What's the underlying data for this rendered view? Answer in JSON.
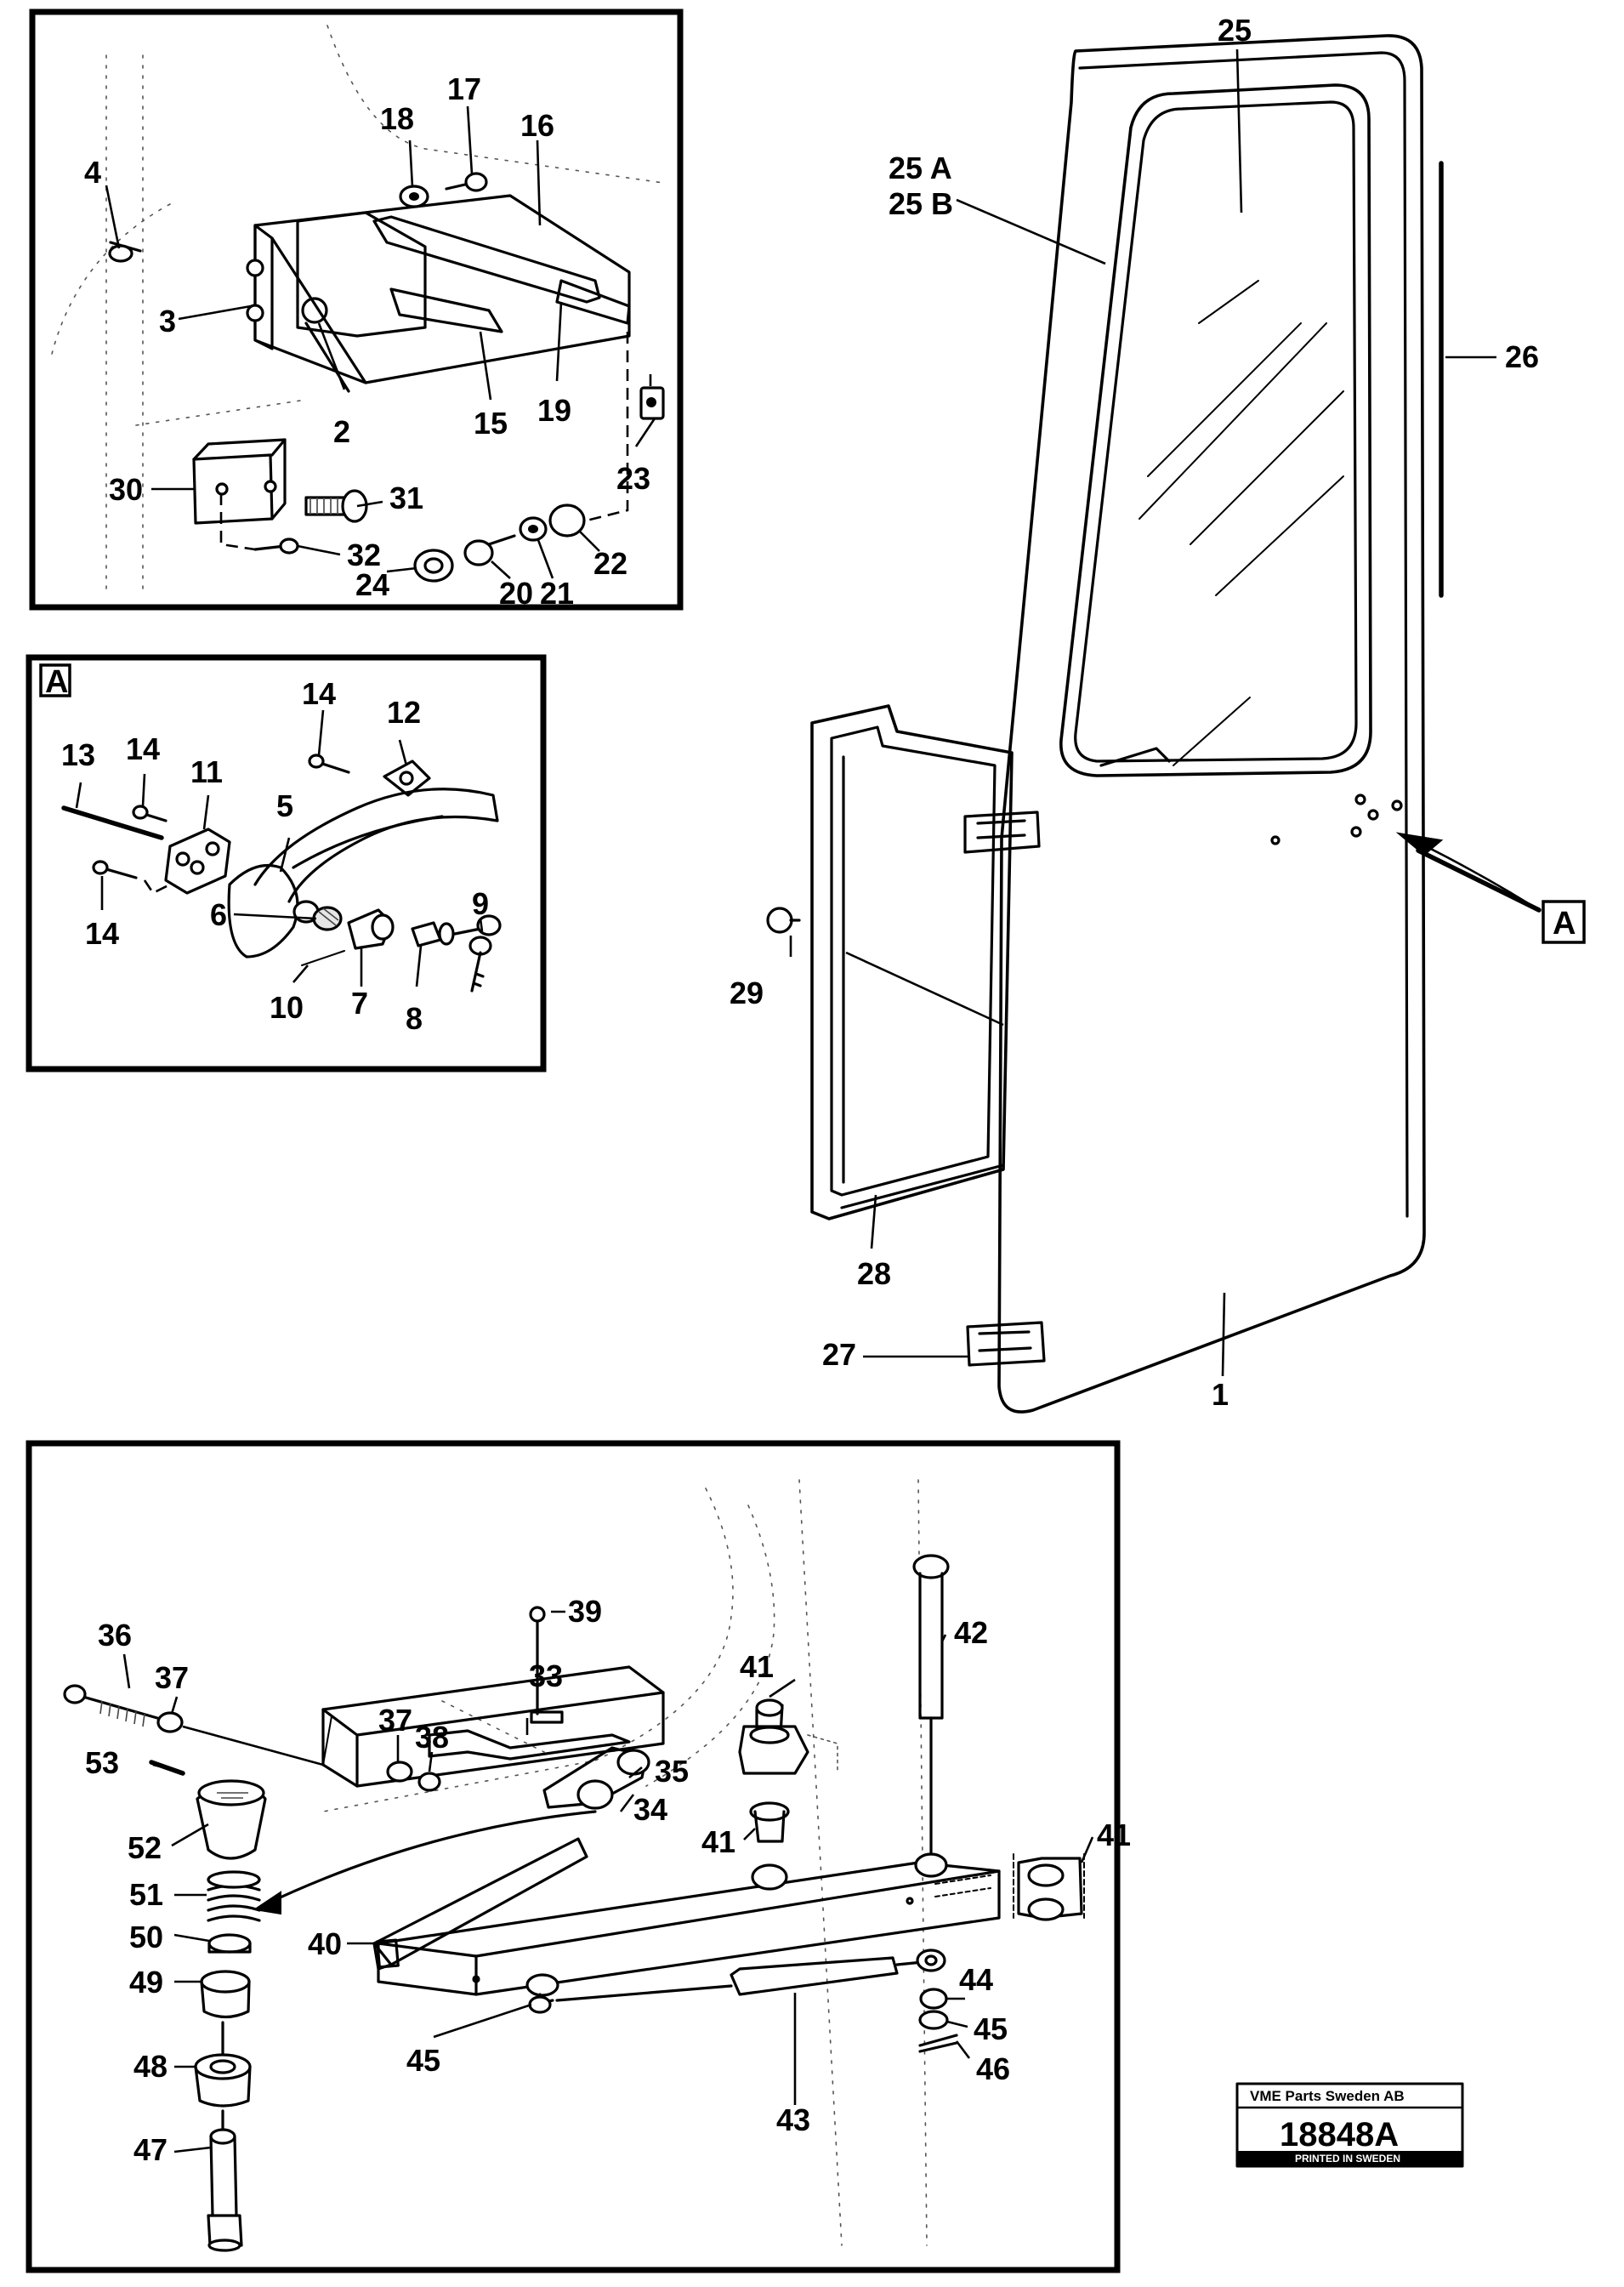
{
  "callouts": {
    "n1": "1",
    "n2": "2",
    "n3": "3",
    "n4": "4",
    "n5": "5",
    "n6": "6",
    "n7": "7",
    "n8": "8",
    "n9": "9",
    "n10": "10",
    "n11": "11",
    "n12": "12",
    "n13": "13",
    "n14": "14",
    "n15": "15",
    "n16": "16",
    "n17": "17",
    "n18": "18",
    "n19": "19",
    "n20": "20",
    "n21": "21",
    "n22": "22",
    "n23": "23",
    "n24": "24",
    "n25": "25",
    "n25a": "25 A",
    "n25b": "25 B",
    "n26": "26",
    "n27": "27",
    "n28": "28",
    "n29": "29",
    "n30": "30",
    "n31": "31",
    "n32": "32",
    "n33": "33",
    "n34": "34",
    "n35": "35",
    "n36": "36",
    "n37": "37",
    "n38": "38",
    "n39": "39",
    "n40": "40",
    "n41": "41",
    "n42": "42",
    "n43": "43",
    "n44": "44",
    "n45": "45",
    "n46": "46",
    "n47": "47",
    "n48": "48",
    "n49": "49",
    "n50": "50",
    "n51": "51",
    "n52": "52",
    "n53": "53"
  },
  "detail_markers": {
    "inset_label": "A",
    "pointer_label": "A"
  },
  "stamp": {
    "company": "VME Parts Sweden AB",
    "drawing_number": "18848A",
    "printed": "PRINTED IN SWEDEN"
  },
  "colors": {
    "ink": "#000000",
    "paper": "#ffffff"
  }
}
